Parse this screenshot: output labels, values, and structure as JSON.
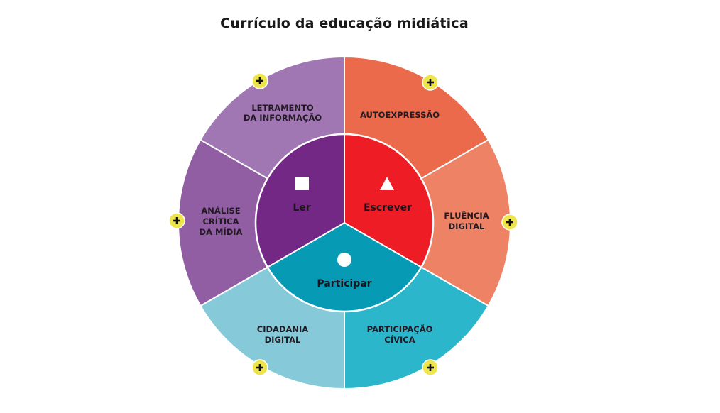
{
  "title": "Currículo da educação midiática",
  "colors": {
    "letramento": "#A077B3",
    "analise": "#915EA3",
    "ler": "#742886",
    "autoexpressao": "#EA6A4B",
    "fluencia": "#EE8264",
    "escrever": "#EE1C25",
    "participacao_civica": "#2CB6CB",
    "cidadania": "#86CAD9",
    "participar": "#079AB5",
    "badge": "#EDE54A",
    "divider": "#FFFFFF"
  },
  "core": [
    {
      "id": "ler",
      "label": "Ler",
      "icon": "square-icon"
    },
    {
      "id": "escrever",
      "label": "Escrever",
      "icon": "triangle-icon"
    },
    {
      "id": "participar",
      "label": "Participar",
      "icon": "circle-icon"
    }
  ],
  "segments": [
    {
      "id": "letramento",
      "lines": [
        "LETRAMENTO",
        "DA INFORMAÇÃO"
      ],
      "core": "Ler"
    },
    {
      "id": "autoexpressao",
      "lines": [
        "AUTOEXPRESSÃO"
      ],
      "core": "Escrever"
    },
    {
      "id": "analise",
      "lines": [
        "ANÁLISE",
        "CRÍTICA",
        "DA MÍDIA"
      ],
      "core": "Ler"
    },
    {
      "id": "fluencia",
      "lines": [
        "FLUÊNCIA",
        "DIGITAL"
      ],
      "core": "Escrever"
    },
    {
      "id": "cidadania",
      "lines": [
        "CIDADANIA",
        "DIGITAL"
      ],
      "core": "Participar"
    },
    {
      "id": "participacao_civica",
      "lines": [
        "PARTICIPAÇÃO",
        "CÍVICA"
      ],
      "core": "Participar"
    }
  ],
  "expand_badge": {
    "symbol": "+"
  }
}
